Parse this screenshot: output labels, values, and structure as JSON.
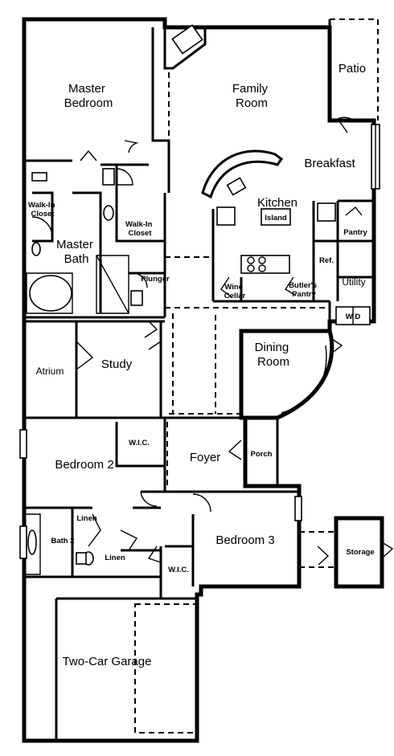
{
  "rooms": {
    "master_bedroom": [
      "Master",
      "Bedroom"
    ],
    "family_room": [
      "Family",
      "Room"
    ],
    "patio": "Patio",
    "breakfast": "Breakfast",
    "kitchen": "Kitchen",
    "island": "Island",
    "walk_in_closet_left": [
      "Walk-In",
      "Closet"
    ],
    "walk_in_closet_right": [
      "Walk-In",
      "Closet"
    ],
    "master_bath": [
      "Master",
      "Bath"
    ],
    "pantry": "Pantry",
    "ref": "Ref.",
    "plunger": "Plunger",
    "wine_cellar": [
      "Wine",
      "Cellar"
    ],
    "butlers_pantry": [
      "Butler's",
      "Pantry"
    ],
    "utility": "Utility",
    "washer_dryer": "W  D",
    "atrium": "Atrium",
    "study": "Study",
    "dining_room": [
      "Dining",
      "Room"
    ],
    "wic_bedroom2": "W.I.C.",
    "foyer": "Foyer",
    "porch": "Porch",
    "bedroom_2": "Bedroom 2",
    "linen": "Linen",
    "bath_2": "Bath 2",
    "bedroom_3": "Bedroom 3",
    "storage": "Storage",
    "linen_hall": "Linen",
    "wic_bedroom3": "W.I.C.",
    "garage": "Two-Car Garage"
  }
}
